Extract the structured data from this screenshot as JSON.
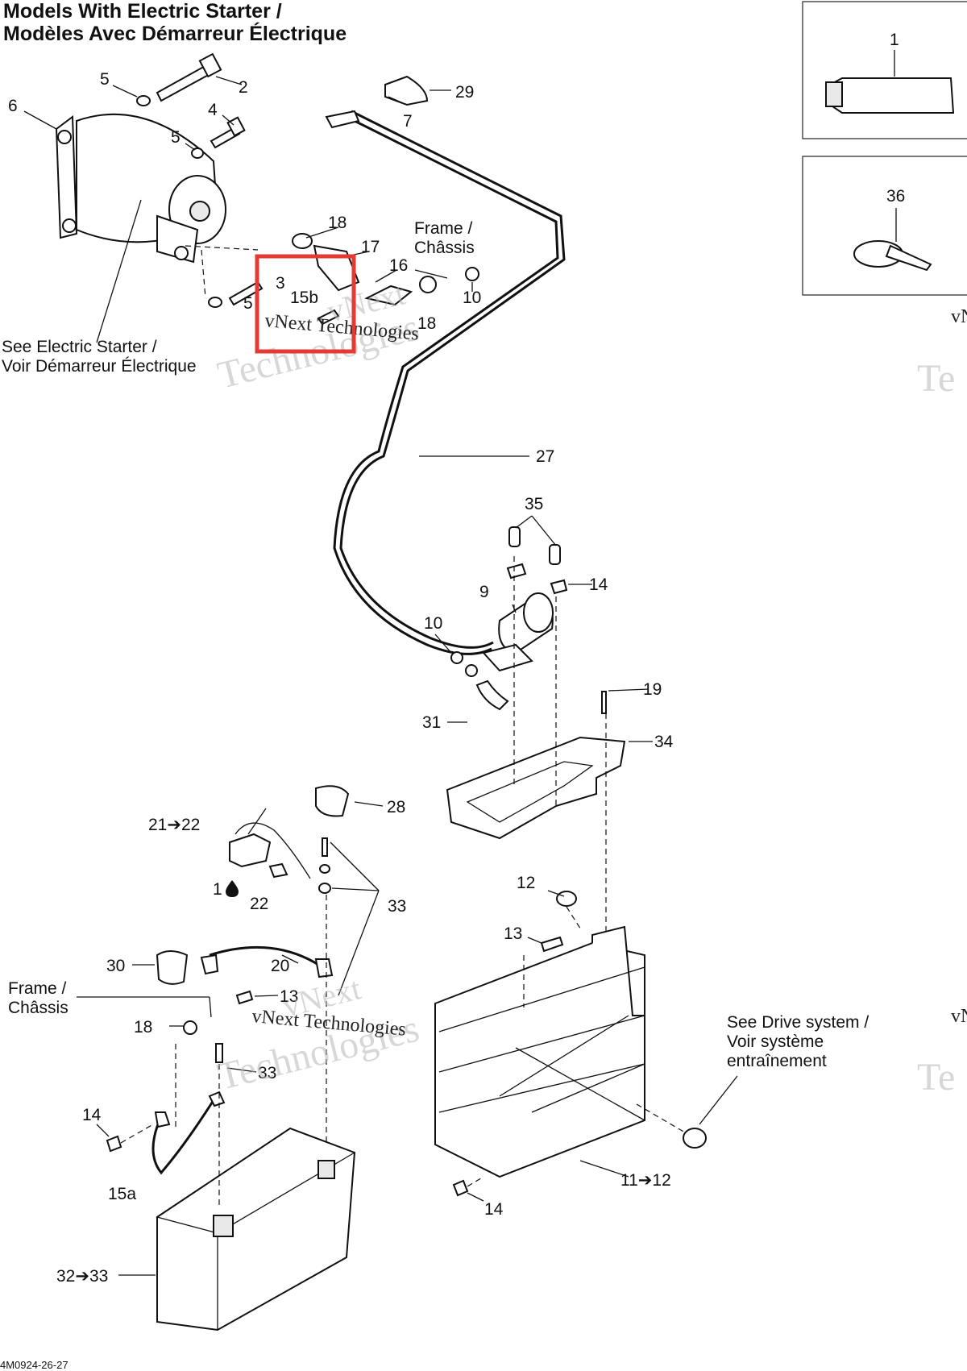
{
  "title": {
    "line1": "Models With Electric Starter /",
    "line2": "Modèles Avec Démarreur Électrique"
  },
  "notes": {
    "electric_starter_en": "See Electric Starter /",
    "electric_starter_fr": "Voir Démarreur Électrique",
    "frame_top_en": "Frame /",
    "frame_top_fr": "Châssis",
    "frame_left_en": "Frame /",
    "frame_left_fr": "Châssis",
    "drive_en": "See Drive system /",
    "drive_fr1": "Voir système",
    "drive_fr2": "entraînement"
  },
  "watermark": {
    "brand_line1": "vNext",
    "brand_line2": "Technologies",
    "brand_full": "vNext Technologies",
    "edge_short": "vN",
    "edge_tech": "Te"
  },
  "callouts": {
    "c1": "1",
    "c2": "2",
    "c3": "3",
    "c4": "4",
    "c5a": "5",
    "c5b": "5",
    "c5c": "5",
    "c6": "6",
    "c7": "7",
    "c9": "9",
    "c10a": "10",
    "c10b": "10",
    "c11_12": "11➔12",
    "c12": "12",
    "c13a": "13",
    "c13b": "13",
    "c14a": "14",
    "c14b": "14",
    "c14c": "14",
    "c15a": "15a",
    "c15b": "15b",
    "c16": "16",
    "c17": "17",
    "c18a": "18",
    "c18b": "18",
    "c18c": "18",
    "c19": "19",
    "c20": "20",
    "c21_22": "21➔22",
    "c22": "22",
    "c1_drop": "1",
    "c27": "27",
    "c28": "28",
    "c29": "29",
    "c30": "30",
    "c31": "31",
    "c32_33": "32➔33",
    "c33a": "33",
    "c33b": "33",
    "c34": "34",
    "c35": "35",
    "c36": "36"
  },
  "footer": "4M0924-26-27",
  "colors": {
    "highlight": "#e53935",
    "ink": "#111111",
    "watermark": "#b8b8b8"
  }
}
